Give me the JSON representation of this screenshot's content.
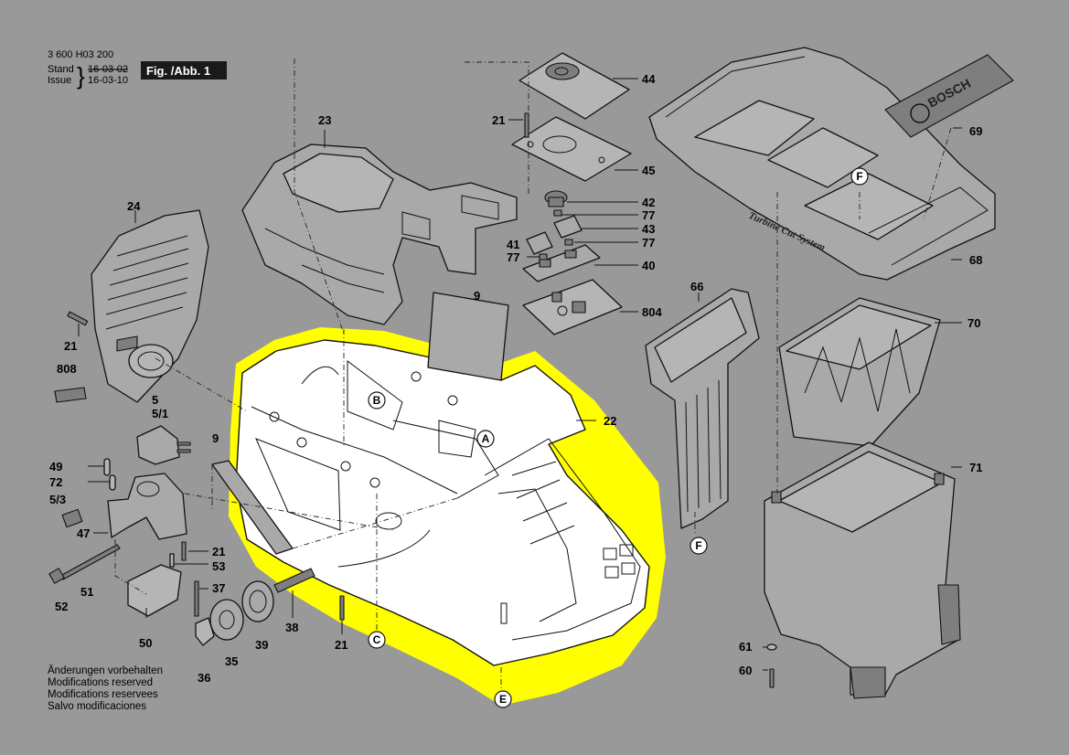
{
  "header": {
    "doc_number": "3 600 H03 200",
    "stand_label": "Stand",
    "issue_label": "Issue",
    "stand_date": "16-03-02",
    "issue_date": "16-03-10",
    "figure_label": "Fig. /Abb. 1"
  },
  "notes": [
    "Änderungen vorbehalten",
    "Modifications reserved",
    "Modifications reservees",
    "Salvo modificaciones"
  ],
  "brand_text": "BOSCH",
  "product_text": "Turbine Cut System",
  "colors": {
    "background": "#999999",
    "highlight": "#ffff00",
    "part_fill": "#a9a9a9",
    "highlight_part": "#ffffff"
  },
  "part_labels": {
    "p44": "44",
    "p21a": "21",
    "p45": "45",
    "p23": "23",
    "p42": "42",
    "p77a": "77",
    "p43": "43",
    "p41": "41",
    "p77b": "77",
    "p77c": "77",
    "p40": "40",
    "p24": "24",
    "p9a": "9",
    "p804": "804",
    "p66": "66",
    "p70": "70",
    "p69": "69",
    "p68": "68",
    "p21b": "21",
    "p808": "808",
    "p5": "5",
    "p51a": "5/1",
    "p22": "22",
    "p9b": "9",
    "p49": "49",
    "p72": "72",
    "p53a": "5/3",
    "p47": "47",
    "p71": "71",
    "p21c": "21",
    "p53": "53",
    "p51": "51",
    "p37": "37",
    "p52": "52",
    "p38": "38",
    "p50": "50",
    "p39": "39",
    "p21d": "21",
    "p35": "35",
    "p61": "61",
    "p36": "36",
    "p60": "60"
  },
  "ref_labels": {
    "A": "A",
    "B": "B",
    "C": "C",
    "E": "E",
    "F1": "F",
    "F2": "F"
  }
}
